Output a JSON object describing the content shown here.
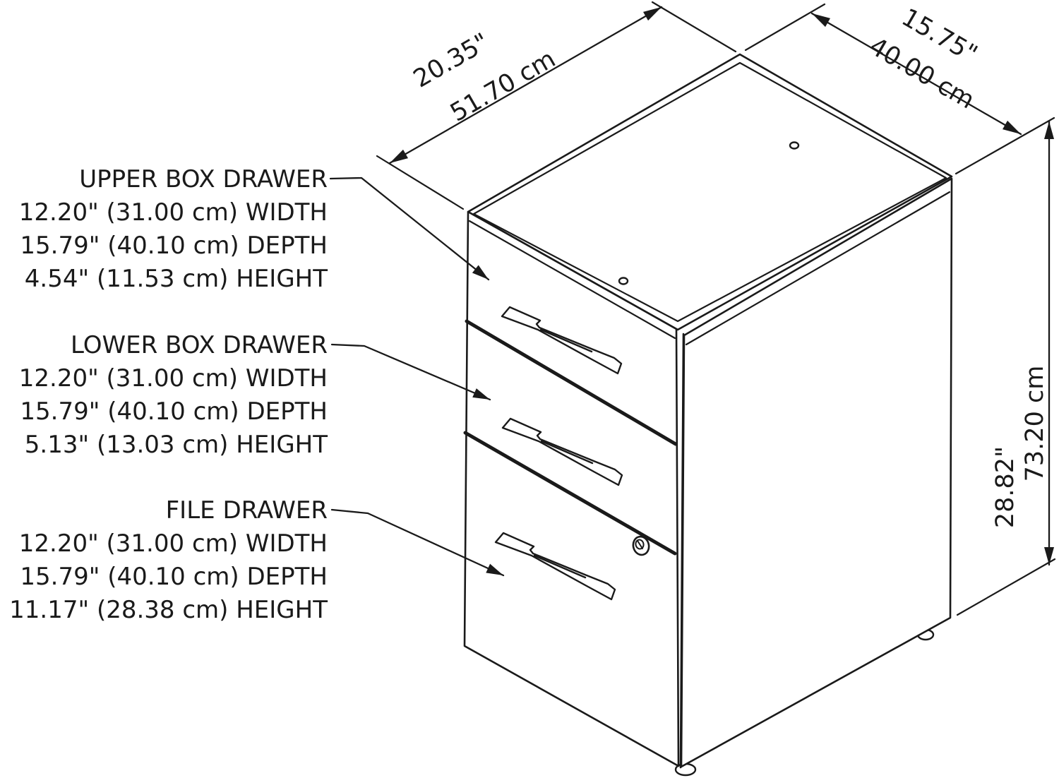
{
  "colors": {
    "line": "#1a1a1a",
    "background": "#ffffff"
  },
  "drawer_specs": [
    {
      "title": "UPPER BOX DRAWER",
      "width": "12.20\" (31.00 cm) WIDTH",
      "depth": "15.79\" (40.10 cm) DEPTH",
      "height": "4.54\" (11.53 cm) HEIGHT"
    },
    {
      "title": "LOWER BOX DRAWER",
      "width": "12.20\" (31.00 cm) WIDTH",
      "depth": "15.79\" (40.10 cm) DEPTH",
      "height": "5.13\" (13.03 cm) HEIGHT"
    },
    {
      "title": "FILE DRAWER",
      "width": "12.20\" (31.00 cm) WIDTH",
      "depth": "15.79\" (40.10 cm) DEPTH",
      "height": "11.17\" (28.38 cm) HEIGHT"
    }
  ],
  "overall_dimensions": {
    "depth": {
      "inches": "20.35\"",
      "cm": "51.70 cm"
    },
    "width": {
      "inches": "15.75\"",
      "cm": "40.00 cm"
    },
    "height": {
      "inches": "28.82\"",
      "cm": "73.20 cm"
    }
  }
}
